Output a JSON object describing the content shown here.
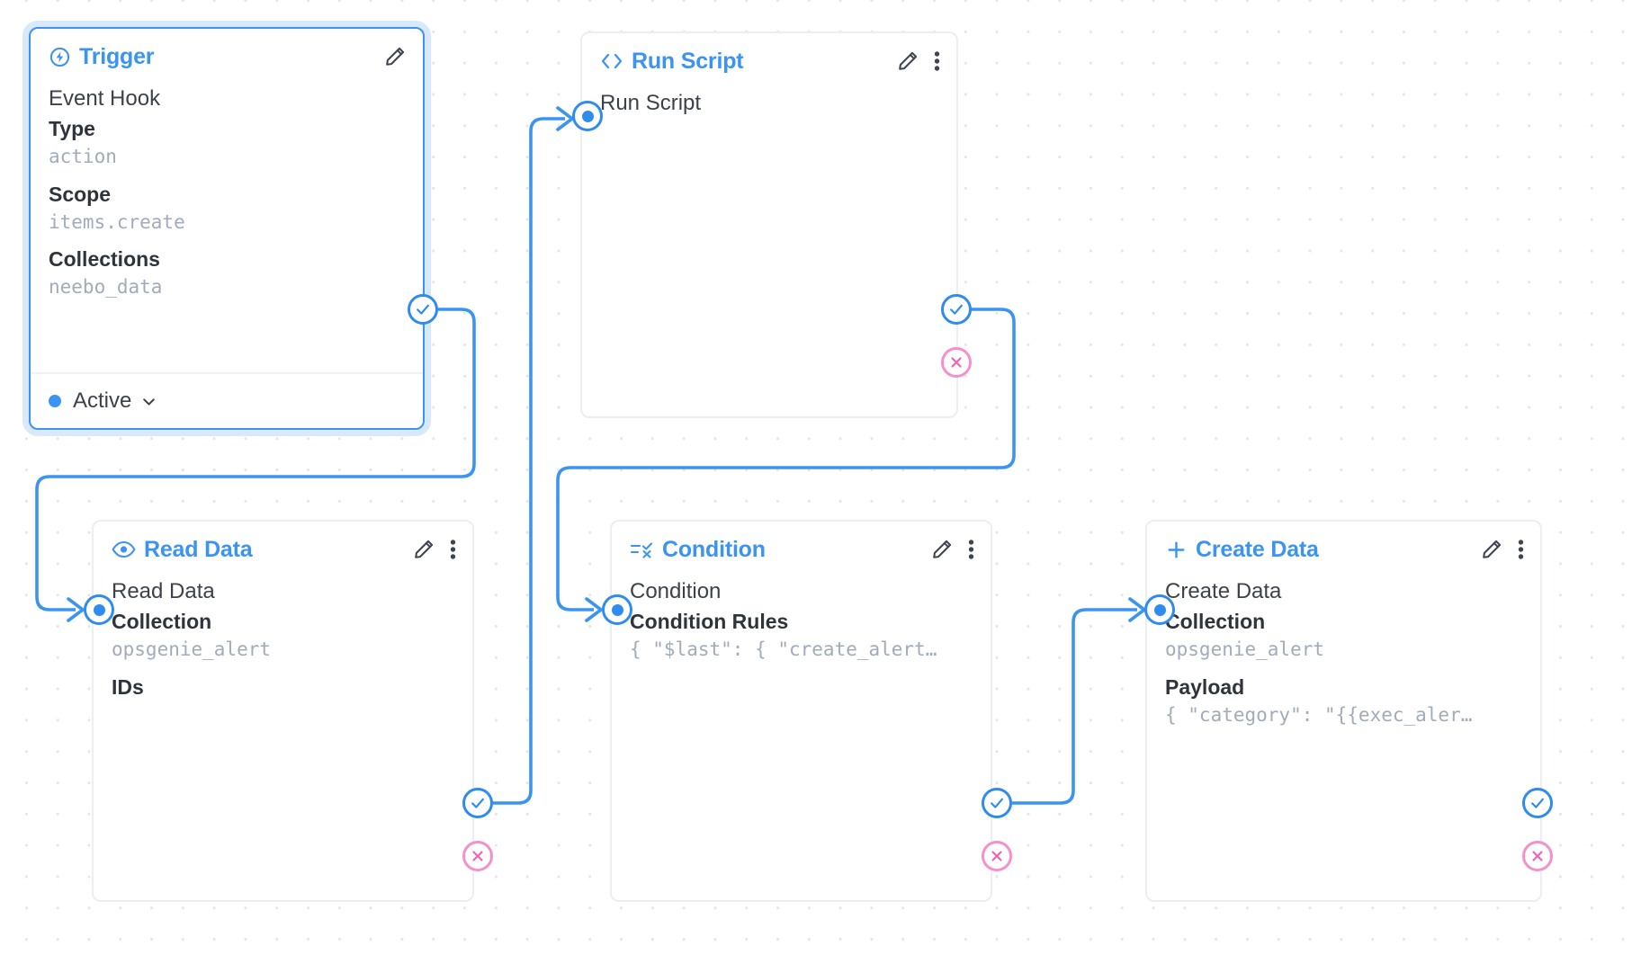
{
  "canvas": {
    "background_color": "#ffffff",
    "dot_color": "#e4e6ea",
    "accent_color": "#3b94f0",
    "reject_color": "#f590ca",
    "mono_value_color": "#a2abba"
  },
  "nodes": [
    {
      "id": "trigger",
      "title": "Trigger",
      "icon": "bolt-circle-icon",
      "selected": true,
      "body_title": "Event Hook",
      "fields": [
        {
          "label": "Type",
          "value": "action"
        },
        {
          "label": "Scope",
          "value": "items.create"
        },
        {
          "label": "Collections",
          "value": "neebo_data"
        }
      ],
      "footer": {
        "status_label": "Active",
        "chevron": "chevron-down-icon"
      },
      "actions": [
        "edit-icon"
      ],
      "ports": {
        "success": true,
        "reject": false,
        "input": false
      }
    },
    {
      "id": "run-script",
      "title": "Run Script",
      "icon": "code-brackets-icon",
      "selected": false,
      "body_title": "Run Script",
      "fields": [],
      "actions": [
        "edit-icon",
        "more-vertical-icon"
      ],
      "ports": {
        "success": true,
        "reject": true,
        "input": true
      }
    },
    {
      "id": "read-data",
      "title": "Read Data",
      "icon": "eye-icon",
      "selected": false,
      "body_title": "Read Data",
      "fields": [
        {
          "label": "Collection",
          "value": "opsgenie_alert"
        },
        {
          "label": "IDs",
          "value": ""
        }
      ],
      "actions": [
        "edit-icon",
        "more-vertical-icon"
      ],
      "ports": {
        "success": true,
        "reject": true,
        "input": true
      }
    },
    {
      "id": "condition",
      "title": "Condition",
      "icon": "condition-rules-icon",
      "selected": false,
      "body_title": "Condition",
      "fields": [
        {
          "label": "Condition Rules",
          "value": "{ \"$last\": { \"create_alert…"
        }
      ],
      "actions": [
        "edit-icon",
        "more-vertical-icon"
      ],
      "ports": {
        "success": true,
        "reject": true,
        "input": true
      }
    },
    {
      "id": "create-data",
      "title": "Create Data",
      "icon": "plus-icon",
      "selected": false,
      "body_title": "Create Data",
      "fields": [
        {
          "label": "Collection",
          "value": "opsgenie_alert"
        },
        {
          "label": "Payload",
          "value": "{ \"category\": \"{{exec_aler…"
        }
      ],
      "actions": [
        "edit-icon",
        "more-vertical-icon"
      ],
      "ports": {
        "success": true,
        "reject": true,
        "input": true
      }
    }
  ]
}
